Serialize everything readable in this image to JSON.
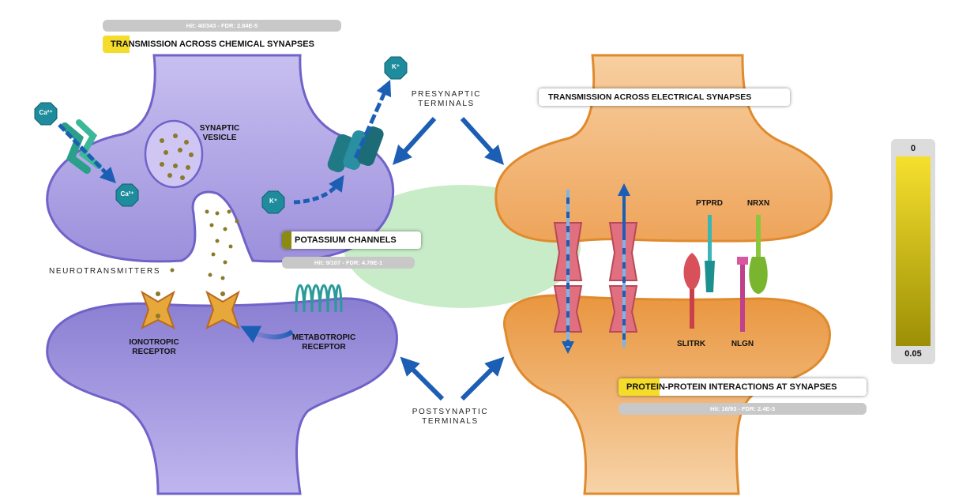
{
  "pathways": {
    "chemical": {
      "title": "TRANSMISSION ACROSS CHEMICAL SYNAPSES",
      "stats": "Hit: 40/343 - FDR: 2.84E-5",
      "accent": "#f5dc2a"
    },
    "potassium": {
      "title": "POTASSIUM CHANNELS",
      "stats": "Hit: 9/107 - FDR: 4.78E-1",
      "accent": "#8c8a10"
    },
    "electrical": {
      "title": "TRANSMISSION ACROSS ELECTRICAL SYNAPSES"
    },
    "ppi": {
      "title": "PROTEIN-PROTEIN INTERACTIONS AT SYNAPSES",
      "stats": "Hit: 16/93 - FDR: 2.4E-3",
      "accent": "#f5dc2a"
    }
  },
  "labels": {
    "synaptic_vesicle_1": "SYNAPTIC",
    "synaptic_vesicle_2": "VESICLE",
    "neurotransmitters": "NEUROTRANSMITTERS",
    "ionotropic_1": "IONOTROPIC",
    "ionotropic_2": "RECEPTOR",
    "metabotropic_1": "METABOTROPIC",
    "metabotropic_2": "RECEPTOR",
    "presynaptic_1": "PRESYNAPTIC",
    "presynaptic_2": "TERMINALS",
    "postsynaptic_1": "POSTSYNAPTIC",
    "postsynaptic_2": "TERMINALS",
    "ptprd": "PTPRD",
    "nrxn": "NRXN",
    "slitrk": "SLITRK",
    "nlgn": "NLGN"
  },
  "ions": {
    "ca_top": "Ca²⁺",
    "ca_bottom": "Ca²⁺",
    "k_top": "K⁺",
    "k_mid": "K⁺"
  },
  "legend": {
    "top": "0",
    "bottom": "0.05",
    "color_top": "#f6e02e",
    "color_bottom": "#9c8f06"
  },
  "colors": {
    "chemical_neuron": "#b3a7e6",
    "chemical_outline": "#6f63c9",
    "electrical_neuron": "#f2b06a",
    "electrical_outline": "#e08a2e",
    "cleft": "#c8ecc8",
    "arrow": "#1d5eb5",
    "ion": "#1e8c9c"
  }
}
